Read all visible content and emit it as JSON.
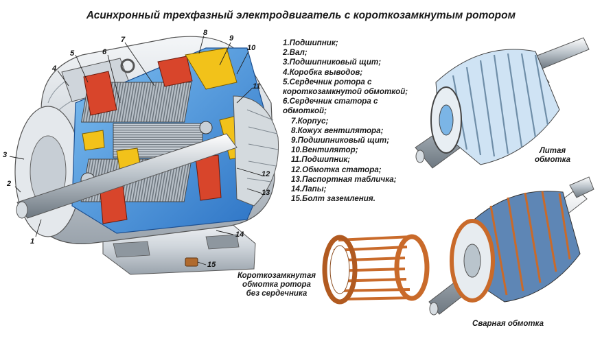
{
  "title": "Асинхронный трехфазный электродвигатель с короткозамкнутым ротором",
  "legend": [
    "1.Подшипник;",
    "2.Вал;",
    "3.Подшипниковый щит;",
    "4.Коробка выводов;",
    "5.Сердечник ротора с",
    "короткозамкнутой обмоткой;",
    "6.Сердечник статора с",
    "обмоткой;",
    "7.Корпус;",
    "8.Кожух вентилятора;",
    "9.Подшипниковый щит;",
    "10.Вентилятор;",
    "11.Подшипник;",
    "12.Обмотка статора;",
    "13.Паспортная табличка;",
    "14.Лапы;",
    "15.Болт заземления."
  ],
  "callouts": {
    "cast_winding": [
      "Литая",
      "обмотка"
    ],
    "cage_no_core": [
      "Короткозамкнутая",
      "обмотка ротора",
      "без сердечника"
    ],
    "welded_winding": "Сварная обмотка"
  },
  "markers": [
    "1",
    "2",
    "3",
    "4",
    "5",
    "6",
    "7",
    "8",
    "9",
    "10",
    "11",
    "12",
    "13",
    "14",
    "15"
  ],
  "colors": {
    "housing": "#d9dde2",
    "cutaway_blue": "#2f7fd0",
    "winding_red": "#d8452b",
    "yellow": "#f2c21a",
    "copper": "#c96a2a",
    "steel": "#a9b3bd"
  }
}
